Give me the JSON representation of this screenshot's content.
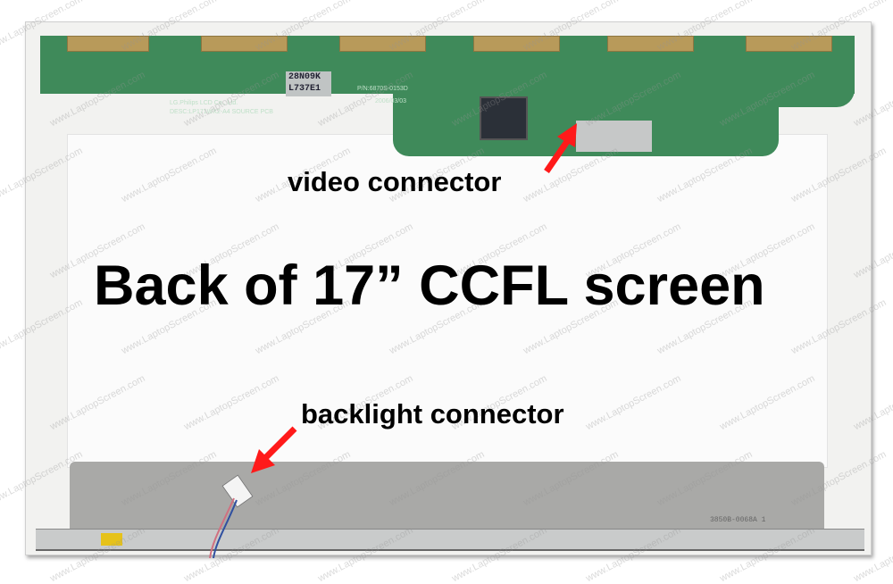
{
  "captions": {
    "video": "video connector",
    "title": "Back of 17” CCFL screen",
    "backlight": "backlight connector"
  },
  "pcb": {
    "label_line1": "28N09K",
    "label_line2": "L737E1",
    "maker": "LG.Philips LCD Co., Ltd.",
    "desc": "DESC:LP171WX2-A4 SOURCE PCB",
    "part_number": "P/N:6870S-0153D",
    "date": "2006/03/03"
  },
  "plate_code": "3850B-0068A 1",
  "watermark": "www.LaptopScreen.com",
  "colors": {
    "arrow": "#ff1a1a",
    "pcb": "#3f8a5a",
    "plate": "#a9a9a7"
  }
}
